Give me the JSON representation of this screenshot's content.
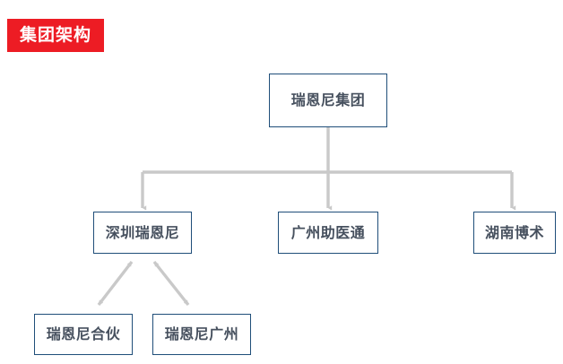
{
  "banner": {
    "label": "集团架构",
    "background_color": "#ed1c24",
    "text_color": "#ffffff"
  },
  "theme": {
    "page_background": "#ffffff",
    "node_border_color": "#1f4e79",
    "node_fill_color": "#ffffff",
    "node_text_color": "#46505e",
    "connector_color": "#c9c9c9"
  },
  "chart_data": {
    "type": "diagram",
    "title": "集团架构",
    "nodes": [
      {
        "id": "root",
        "label": "瑞恩尼集团",
        "level": 0
      },
      {
        "id": "shenzhen",
        "label": "深圳瑞恩尼",
        "level": 1
      },
      {
        "id": "guangzhou",
        "label": "广州助医通",
        "level": 1
      },
      {
        "id": "hunan",
        "label": "湖南博术",
        "level": 1
      },
      {
        "id": "partnership",
        "label": "瑞恩尼合伙",
        "level": 2
      },
      {
        "id": "gzbranch",
        "label": "瑞恩尼广州",
        "level": 2
      }
    ],
    "edges": [
      {
        "from": "root",
        "to": "shenzhen",
        "style": "orthogonal",
        "arrow": "end"
      },
      {
        "from": "root",
        "to": "guangzhou",
        "style": "orthogonal",
        "arrow": "end"
      },
      {
        "from": "root",
        "to": "hunan",
        "style": "orthogonal",
        "arrow": "end"
      },
      {
        "from": "shenzhen",
        "to": "partnership",
        "style": "diagonal",
        "arrow": "both"
      },
      {
        "from": "shenzhen",
        "to": "gzbranch",
        "style": "diagonal",
        "arrow": "both"
      }
    ]
  },
  "nodes": {
    "root": {
      "label": "瑞恩尼集团"
    },
    "shenzhen": {
      "label": "深圳瑞恩尼"
    },
    "guangzhou": {
      "label": "广州助医通"
    },
    "hunan": {
      "label": "湖南博术"
    },
    "partnership": {
      "label": "瑞恩尼合伙"
    },
    "gzbranch": {
      "label": "瑞恩尼广州"
    }
  }
}
